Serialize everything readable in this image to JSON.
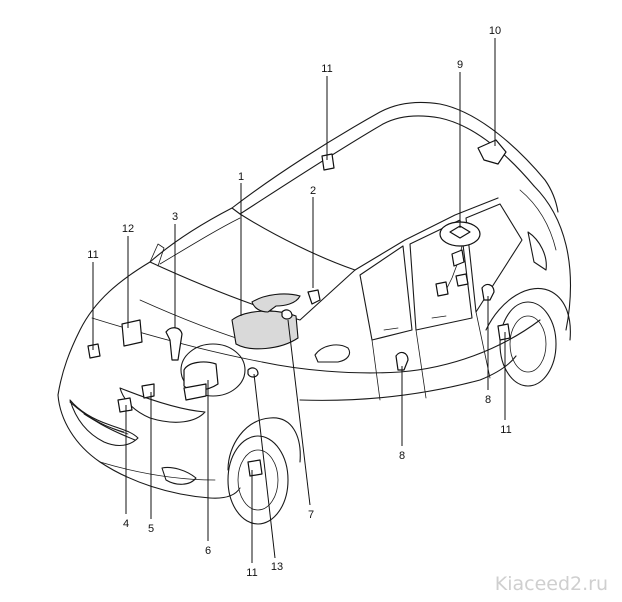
{
  "callouts": [
    {
      "id": "c1",
      "label": "1"
    },
    {
      "id": "c2",
      "label": "2"
    },
    {
      "id": "c3",
      "label": "3"
    },
    {
      "id": "c4",
      "label": "4"
    },
    {
      "id": "c5",
      "label": "5"
    },
    {
      "id": "c6",
      "label": "6"
    },
    {
      "id": "c7",
      "label": "7"
    },
    {
      "id": "c8a",
      "label": "8"
    },
    {
      "id": "c8b",
      "label": "8"
    },
    {
      "id": "c9",
      "label": "9"
    },
    {
      "id": "c10",
      "label": "10"
    },
    {
      "id": "c11a",
      "label": "11"
    },
    {
      "id": "c11b",
      "label": "11"
    },
    {
      "id": "c11c",
      "label": "11"
    },
    {
      "id": "c11d",
      "label": "11"
    },
    {
      "id": "c12",
      "label": "12"
    },
    {
      "id": "c13",
      "label": "13"
    }
  ],
  "watermark": "Kiaceed2.ru"
}
